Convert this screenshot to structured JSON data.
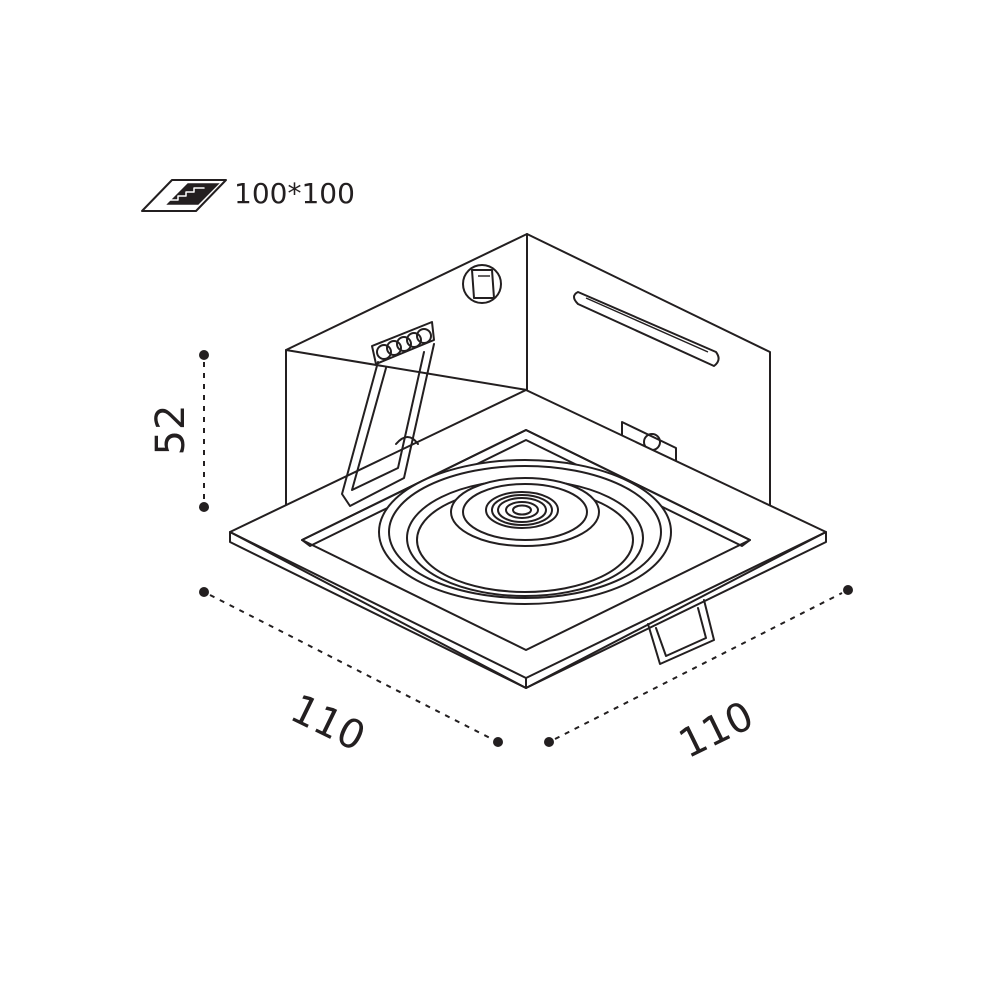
{
  "cutout": {
    "icon": "cutout-hole-icon",
    "label": "100*100"
  },
  "dimensions": {
    "height": "52",
    "depth": "110",
    "width": "110"
  },
  "colors": {
    "line": "#231f20",
    "background": "#ffffff"
  }
}
